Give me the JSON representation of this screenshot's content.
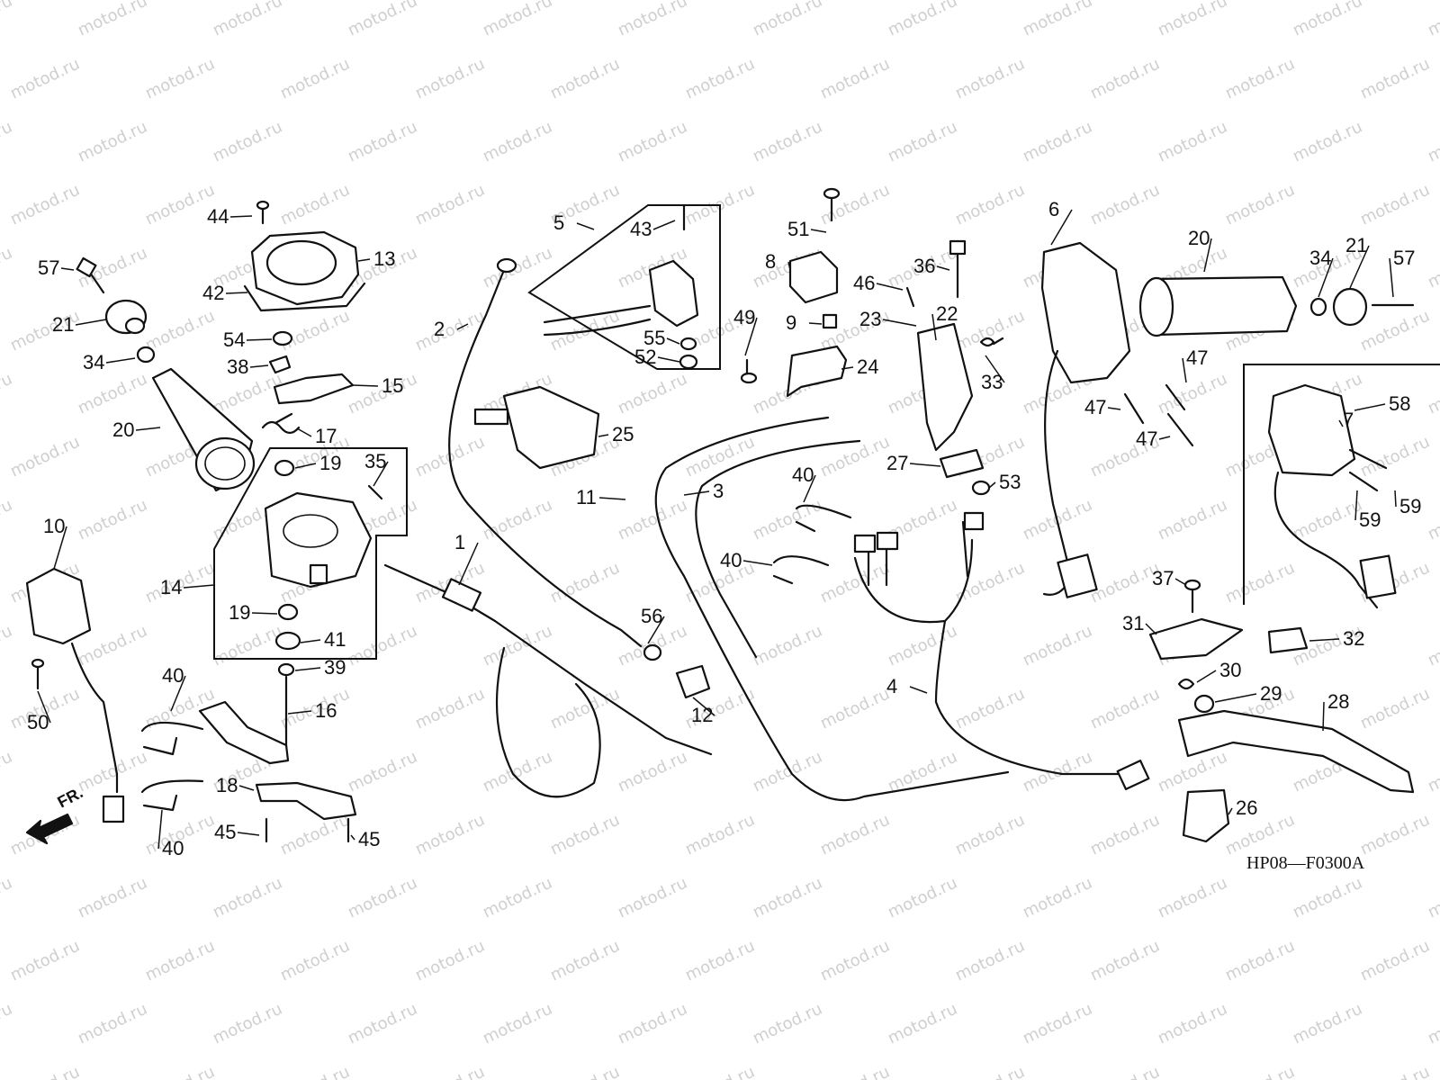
{
  "watermark": "motod.ru",
  "diagram_code": "HP08—F0300A",
  "direction_label": "FR.",
  "callouts": [
    {
      "id": "c44",
      "text": "44"
    },
    {
      "id": "c57a",
      "text": "57"
    },
    {
      "id": "c13",
      "text": "13"
    },
    {
      "id": "c42",
      "text": "42"
    },
    {
      "id": "c21a",
      "text": "21"
    },
    {
      "id": "c54",
      "text": "54"
    },
    {
      "id": "c34a",
      "text": "34"
    },
    {
      "id": "c38",
      "text": "38"
    },
    {
      "id": "c15",
      "text": "15"
    },
    {
      "id": "c20a",
      "text": "20"
    },
    {
      "id": "c17",
      "text": "17"
    },
    {
      "id": "c19a",
      "text": "19"
    },
    {
      "id": "c35",
      "text": "35"
    },
    {
      "id": "c14",
      "text": "14"
    },
    {
      "id": "c19b",
      "text": "19"
    },
    {
      "id": "c41",
      "text": "41"
    },
    {
      "id": "c39",
      "text": "39"
    },
    {
      "id": "c16",
      "text": "16"
    },
    {
      "id": "c10",
      "text": "10"
    },
    {
      "id": "c50",
      "text": "50"
    },
    {
      "id": "c40a",
      "text": "40"
    },
    {
      "id": "c40b",
      "text": "40"
    },
    {
      "id": "c18",
      "text": "18"
    },
    {
      "id": "c45a",
      "text": "45"
    },
    {
      "id": "c45b",
      "text": "45"
    },
    {
      "id": "c2",
      "text": "2"
    },
    {
      "id": "c5",
      "text": "5"
    },
    {
      "id": "c43",
      "text": "43"
    },
    {
      "id": "c55",
      "text": "55"
    },
    {
      "id": "c52",
      "text": "52"
    },
    {
      "id": "c25",
      "text": "25"
    },
    {
      "id": "c1",
      "text": "1"
    },
    {
      "id": "c11",
      "text": "11"
    },
    {
      "id": "c3",
      "text": "3"
    },
    {
      "id": "c56",
      "text": "56"
    },
    {
      "id": "c12",
      "text": "12"
    },
    {
      "id": "c51",
      "text": "51"
    },
    {
      "id": "c8",
      "text": "8"
    },
    {
      "id": "c9",
      "text": "9"
    },
    {
      "id": "c49",
      "text": "49"
    },
    {
      "id": "c24",
      "text": "24"
    },
    {
      "id": "c46",
      "text": "46"
    },
    {
      "id": "c36",
      "text": "36"
    },
    {
      "id": "c23",
      "text": "23"
    },
    {
      "id": "c22",
      "text": "22"
    },
    {
      "id": "c33",
      "text": "33"
    },
    {
      "id": "c27",
      "text": "27"
    },
    {
      "id": "c53",
      "text": "53"
    },
    {
      "id": "c40c",
      "text": "40"
    },
    {
      "id": "c40d",
      "text": "40"
    },
    {
      "id": "c4",
      "text": "4"
    },
    {
      "id": "c6",
      "text": "6"
    },
    {
      "id": "c20b",
      "text": "20"
    },
    {
      "id": "c34b",
      "text": "34"
    },
    {
      "id": "c21b",
      "text": "21"
    },
    {
      "id": "c57b",
      "text": "57"
    },
    {
      "id": "c47a",
      "text": "47"
    },
    {
      "id": "c47b",
      "text": "47"
    },
    {
      "id": "c47c",
      "text": "47"
    },
    {
      "id": "c58",
      "text": "58"
    },
    {
      "id": "c7",
      "text": "7"
    },
    {
      "id": "c59a",
      "text": "59"
    },
    {
      "id": "c59b",
      "text": "59"
    },
    {
      "id": "c37",
      "text": "37"
    },
    {
      "id": "c31",
      "text": "31"
    },
    {
      "id": "c32",
      "text": "32"
    },
    {
      "id": "c30",
      "text": "30"
    },
    {
      "id": "c29",
      "text": "29"
    },
    {
      "id": "c28",
      "text": "28"
    },
    {
      "id": "c26",
      "text": "26"
    }
  ]
}
